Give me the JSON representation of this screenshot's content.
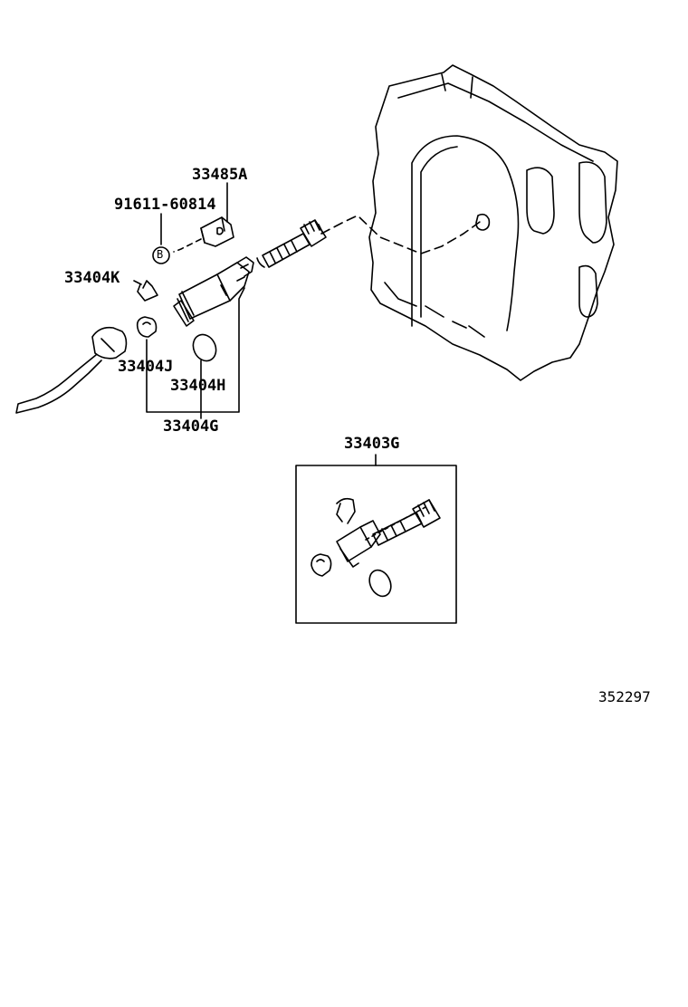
{
  "parts": {
    "p33485A": "33485A",
    "p91611": "91611-60814",
    "p33404K": "33404K",
    "p33404J": "33404J",
    "p33404H": "33404H",
    "p33404G": "33404G",
    "p33403G": "33403G"
  },
  "callout": {
    "b": "B"
  },
  "diagram_ref": "352297",
  "colors": {
    "line": "#000000",
    "background": "#ffffff"
  }
}
